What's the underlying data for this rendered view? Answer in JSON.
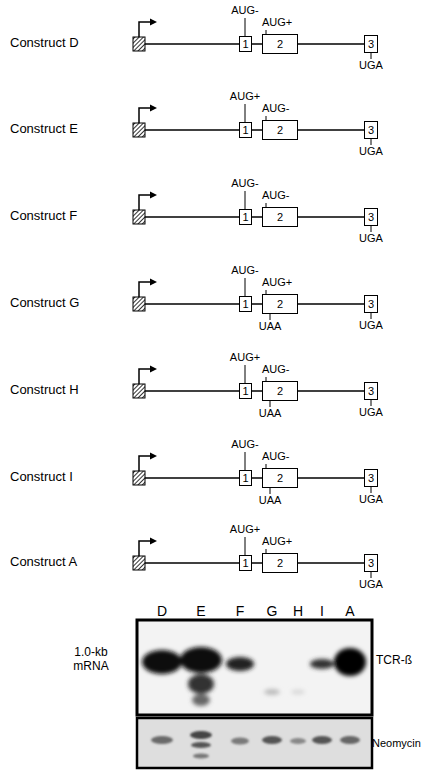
{
  "diagram": {
    "nodes": [
      {
        "text": [
          "1"
        ]
      },
      {
        "text": [
          "2"
        ]
      },
      {
        "text": [
          "3"
        ]
      },
      {
        "text": [
          "1"
        ]
      },
      {
        "text": [
          "2"
        ]
      },
      {
        "text": [
          "3"
        ]
      },
      {
        "text": [
          "1"
        ]
      },
      {
        "text": [
          "2"
        ]
      },
      {
        "text": [
          "3"
        ]
      },
      {
        "text": [
          "1"
        ]
      },
      {
        "text": [
          "2"
        ]
      },
      {
        "text": [
          "3"
        ]
      },
      {
        "text": [
          "1"
        ]
      },
      {
        "text": [
          "2"
        ]
      },
      {
        "text": [
          "3"
        ]
      },
      {
        "text": [
          "1"
        ]
      },
      {
        "text": [
          "2"
        ]
      },
      {
        "text": [
          "3"
        ]
      },
      {
        "text": [
          "1"
        ]
      },
      {
        "text": [
          "2"
        ]
      },
      {
        "text": [
          "3"
        ]
      }
    ],
    "edges": [
      {
        "from": 0,
        "to": 1,
        "arrow": "none"
      },
      {
        "from": 1,
        "to": 2,
        "arrow": "none"
      },
      {
        "from": 3,
        "to": 4,
        "arrow": "none"
      },
      {
        "from": 4,
        "to": 5,
        "arrow": "none"
      },
      {
        "from": 6,
        "to": 7,
        "arrow": "none"
      },
      {
        "from": 7,
        "to": 8,
        "arrow": "none"
      },
      {
        "from": 9,
        "to": 10,
        "arrow": "none"
      },
      {
        "from": 10,
        "to": 11,
        "arrow": "none"
      },
      {
        "from": 12,
        "to": 13,
        "arrow": "none"
      },
      {
        "from": 13,
        "to": 14,
        "arrow": "none"
      },
      {
        "from": 15,
        "to": 16,
        "arrow": "none"
      },
      {
        "from": 16,
        "to": 17,
        "arrow": "none"
      },
      {
        "from": 18,
        "to": 19,
        "arrow": "none"
      },
      {
        "from": 19,
        "to": 20,
        "arrow": "none"
      }
    ],
    "labels": [
      "Construct D",
      "AUG-",
      "AUG+",
      "UGA",
      "Construct E",
      "AUG+",
      "AUG-",
      "UGA",
      "Construct F",
      "AUG-",
      "AUG-",
      "UGA",
      "Construct G",
      "AUG-",
      "AUG+",
      "UAA",
      "UGA",
      "Construct H",
      "AUG+",
      "AUG-",
      "UAA",
      "UGA",
      "Construct I",
      "AUG-",
      "AUG-",
      "UAA",
      "UGA",
      "Construct A",
      "AUG+",
      "AUG+",
      "UGA",
      "D",
      "E",
      "F",
      "G",
      "H",
      "I",
      "A",
      "1.0-kb mRNA",
      "TCR-ß",
      "Neomycin"
    ]
  }
}
